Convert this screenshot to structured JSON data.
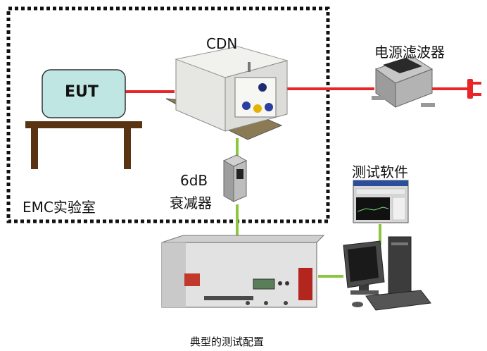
{
  "labels": {
    "eut": "EUT",
    "cdn": "CDN",
    "power_filter": "电源滤波器",
    "lab": "EMC实验室",
    "attenuator_line1": "6dB",
    "attenuator_line2": "衰减器",
    "software": "测试软件",
    "caption": "典型的测试配置"
  },
  "colors": {
    "power_line": "#e8262a",
    "signal_line": "#8bc63f",
    "table": "#5a3412",
    "eut_fill": "#bfe6e2",
    "lab_border": "#111111"
  },
  "icons": {
    "cdn_device": "cdn-box-icon",
    "power_filter": "filter-icon",
    "attenuator": "attenuator-icon",
    "test_system": "test-system-icon",
    "computer": "computer-icon",
    "software_screen": "software-screen-icon",
    "power_plug": "plug-icon"
  }
}
